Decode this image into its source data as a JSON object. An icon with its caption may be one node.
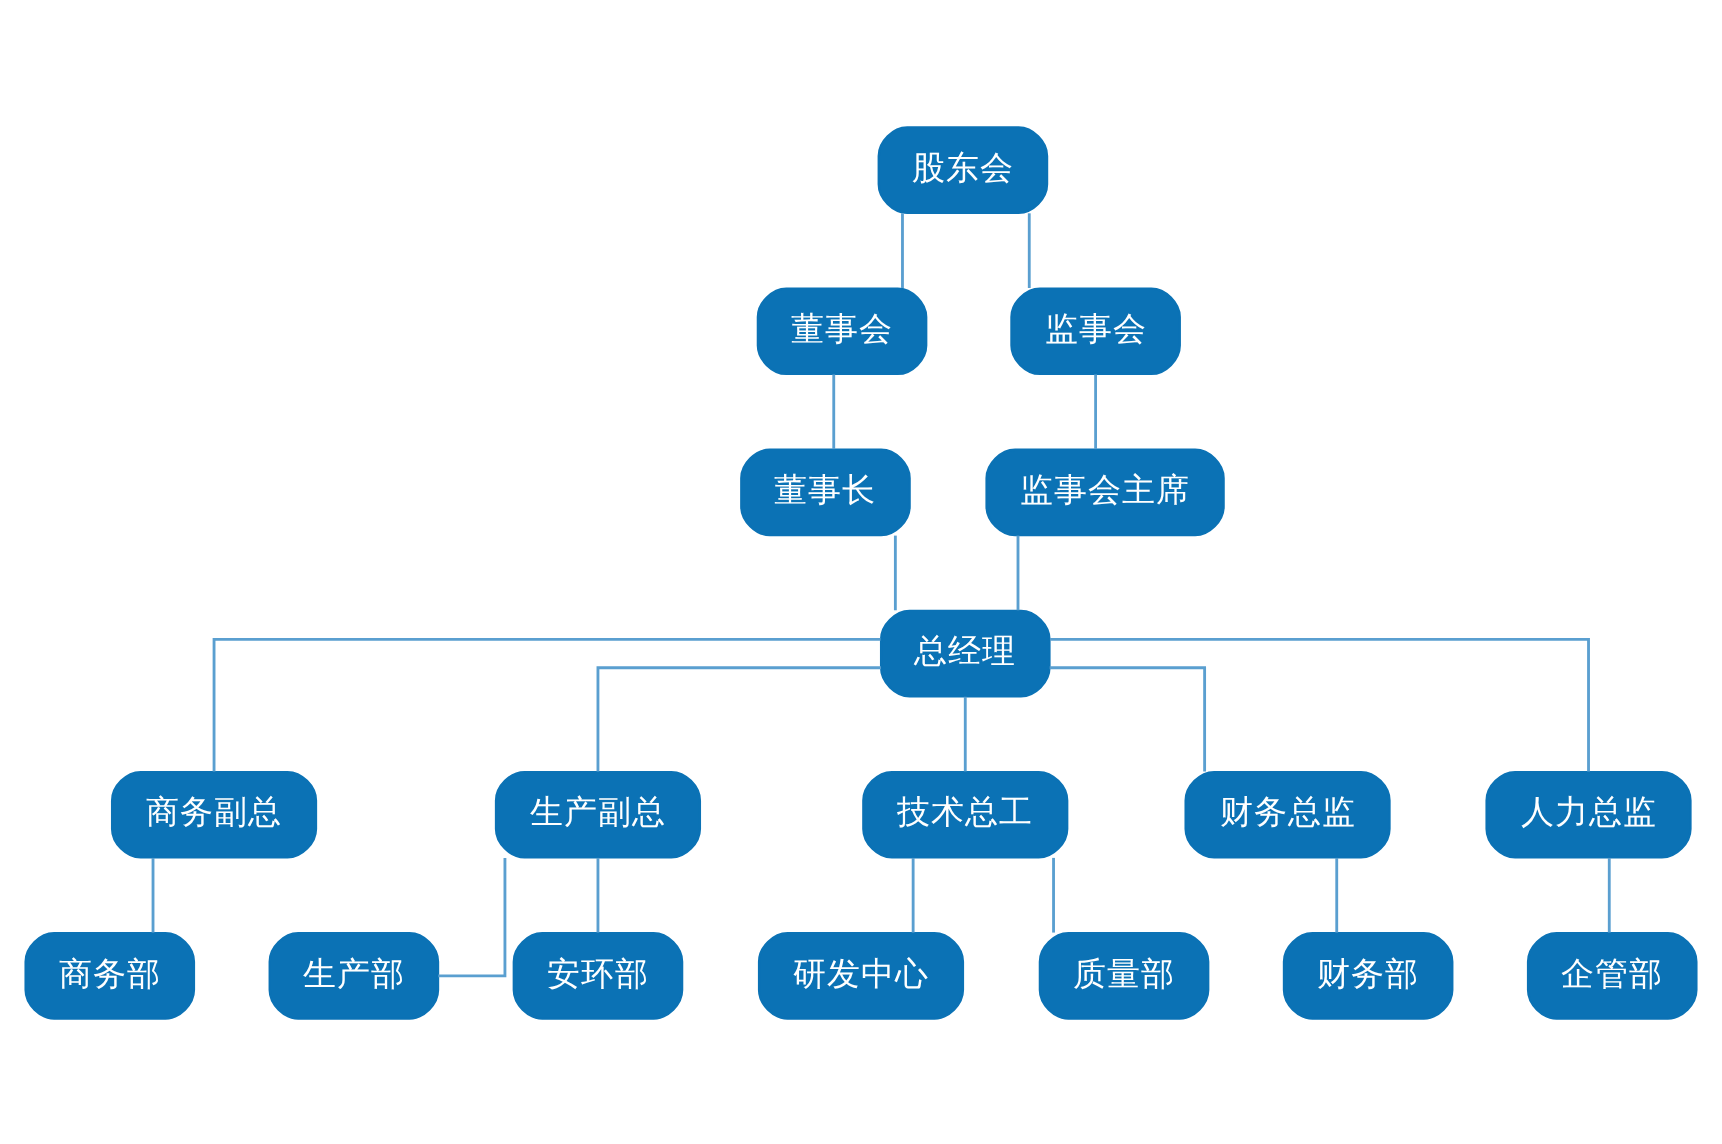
{
  "diagram": {
    "nodes": [
      {
        "text": [
          "股东会"
        ]
      },
      {
        "text": [
          "董事会"
        ]
      },
      {
        "text": [
          "监事会"
        ]
      },
      {
        "text": [
          "董事长"
        ]
      },
      {
        "text": [
          "监事会主席"
        ]
      },
      {
        "text": [
          "总经理"
        ]
      },
      {
        "text": [
          "商务副总"
        ]
      },
      {
        "text": [
          "生产副总"
        ]
      },
      {
        "text": [
          "技术总工"
        ]
      },
      {
        "text": [
          "财务总监"
        ]
      },
      {
        "text": [
          "人力总监"
        ]
      },
      {
        "text": [
          "商务部"
        ]
      },
      {
        "text": [
          "生产部"
        ]
      },
      {
        "text": [
          "安环部"
        ]
      },
      {
        "text": [
          "研发中心"
        ]
      },
      {
        "text": [
          "质量部"
        ]
      },
      {
        "text": [
          "财务部"
        ]
      },
      {
        "text": [
          "企管部"
        ]
      }
    ],
    "edges": [
      {
        "from": 0,
        "to": 1,
        "arrow": "none"
      },
      {
        "from": 0,
        "to": 2,
        "arrow": "none"
      },
      {
        "from": 1,
        "to": 3,
        "arrow": "none"
      },
      {
        "from": 2,
        "to": 4,
        "arrow": "none"
      },
      {
        "from": 3,
        "to": 5,
        "arrow": "none"
      },
      {
        "from": 4,
        "to": 5,
        "arrow": "none"
      },
      {
        "from": 5,
        "to": 6,
        "arrow": "none"
      },
      {
        "from": 5,
        "to": 7,
        "arrow": "none"
      },
      {
        "from": 5,
        "to": 8,
        "arrow": "none"
      },
      {
        "from": 5,
        "to": 9,
        "arrow": "none"
      },
      {
        "from": 5,
        "to": 10,
        "arrow": "none"
      },
      {
        "from": 6,
        "to": 11,
        "arrow": "none"
      },
      {
        "from": 7,
        "to": 12,
        "arrow": "none"
      },
      {
        "from": 7,
        "to": 13,
        "arrow": "none"
      },
      {
        "from": 8,
        "to": 14,
        "arrow": "none"
      },
      {
        "from": 8,
        "to": 15,
        "arrow": "none"
      },
      {
        "from": 9,
        "to": 16,
        "arrow": "none"
      },
      {
        "from": 10,
        "to": 17,
        "arrow": "none"
      }
    ]
  }
}
